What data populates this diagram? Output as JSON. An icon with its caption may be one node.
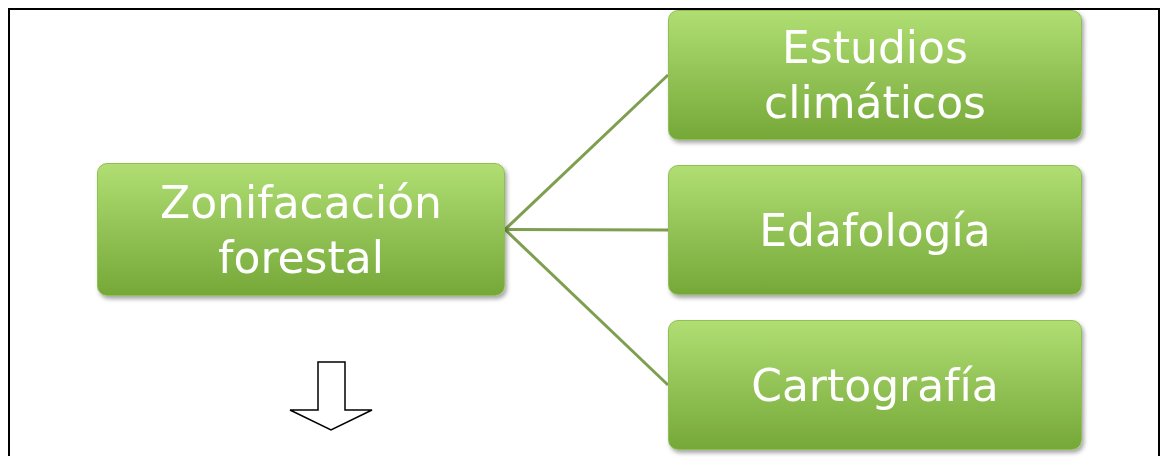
{
  "diagram": {
    "nodes": [
      {
        "text": [
          "Zonifacación forestal"
        ]
      },
      {
        "text": [
          "Estudios climáticos"
        ]
      },
      {
        "text": [
          "Edafología"
        ]
      },
      {
        "text": [
          "Cartografía"
        ]
      }
    ],
    "edges": [
      {
        "from": 0,
        "to": 1,
        "arrow": "none"
      },
      {
        "from": 0,
        "to": 2,
        "arrow": "none"
      },
      {
        "from": 0,
        "to": 3,
        "arrow": "none"
      }
    ]
  }
}
